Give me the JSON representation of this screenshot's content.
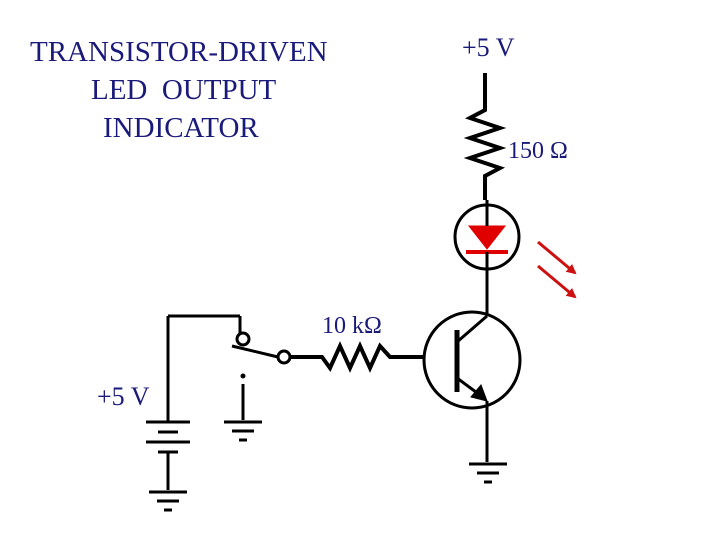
{
  "title": {
    "line1": "TRANSISTOR-DRIVEN",
    "line2": "LED  OUTPUT",
    "line3": "INDICATOR"
  },
  "labels": {
    "supply_top": "+5 V",
    "resistor_top": "150 Ω",
    "resistor_base": "10 kΩ",
    "supply_left": "+5 V"
  },
  "colors": {
    "text": "#1a1a7a",
    "wire": "#000000",
    "led_fill": "#e00000",
    "light_arrows": "#cc1111"
  }
}
